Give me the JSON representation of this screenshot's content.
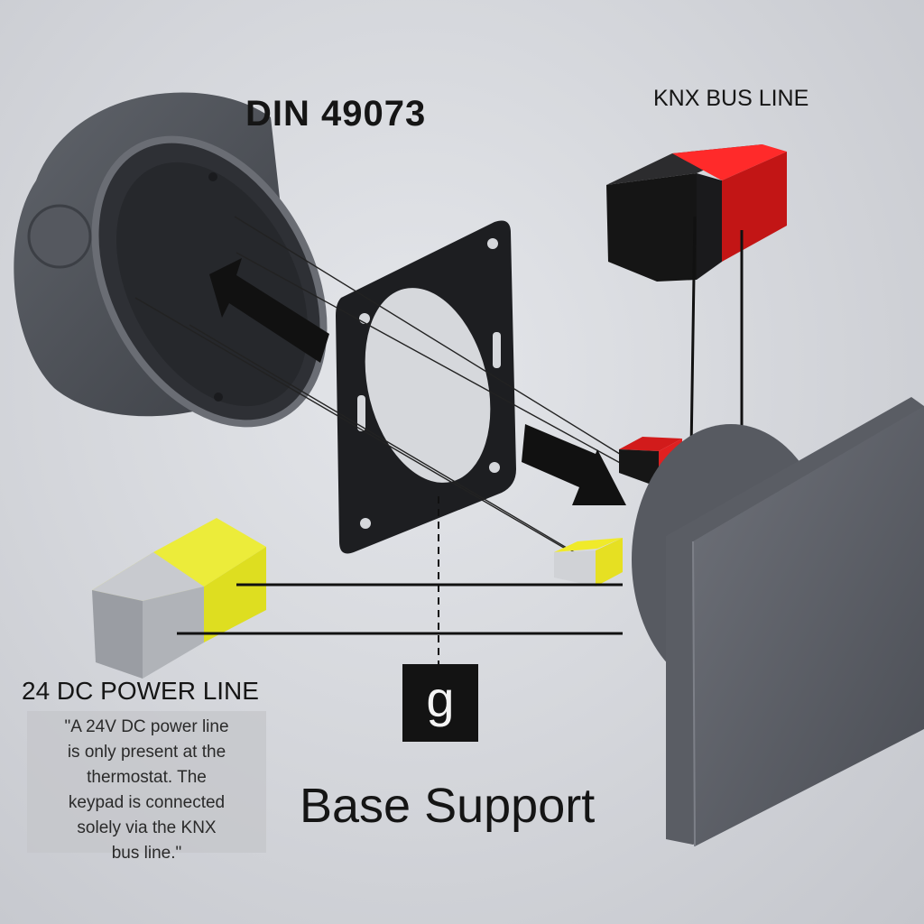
{
  "labels": {
    "din": "DIN 49073",
    "knx": "KNX BUS LINE",
    "power": "24 DC POWER LINE",
    "note": "\"A 24V DC power line\nis only present at the\nthermostat. The\nkeypad is connected\nsolely via the KNX\nbus line.\"",
    "badge": "g",
    "base": "Base Support"
  },
  "colors": {
    "background": "#d8dadf",
    "box_dark": "#4a4d54",
    "plate": "#1d1e21",
    "knx_red": "#e01a1a",
    "knx_black": "#151515",
    "power_yellow": "#e5e01a",
    "power_grey": "#a7aab0",
    "device": "#5b5e65"
  },
  "icons": [
    "arrow-right-icon",
    "arrow-right-icon"
  ]
}
